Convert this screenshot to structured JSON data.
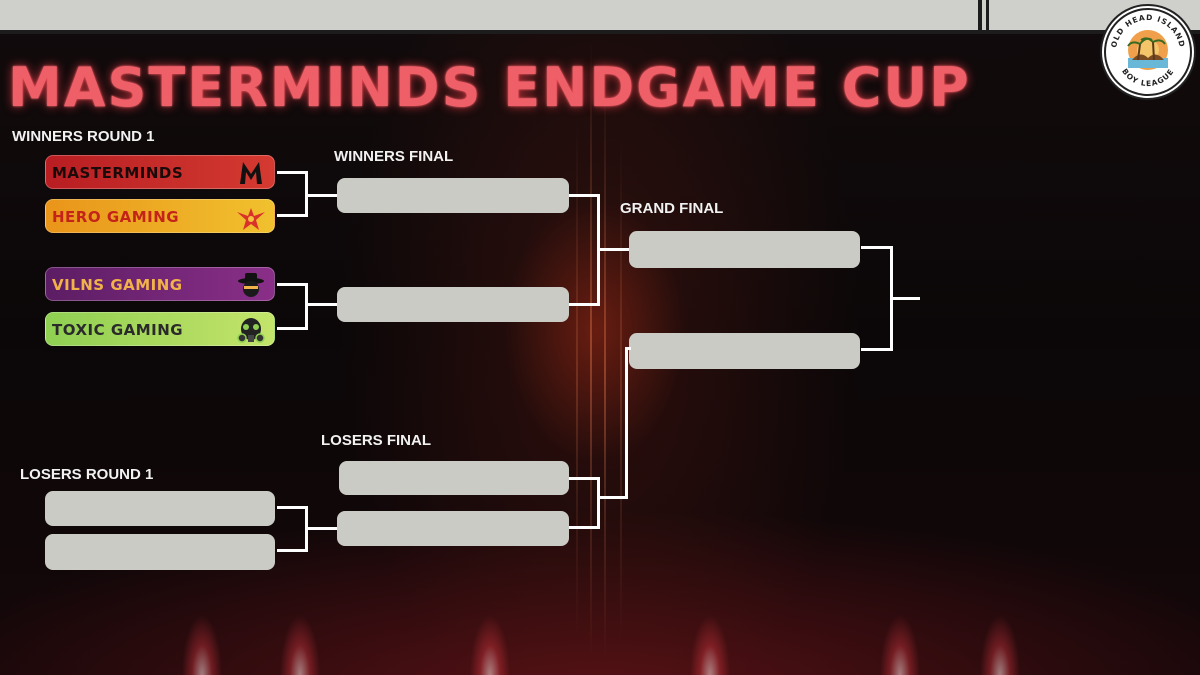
{
  "title": "MASTERMINDS ENDGAME CUP",
  "league_badge": {
    "text_top": "OLD HEAD ISLAND",
    "text_bottom": "BOY LEAGUE",
    "icon": "palm-island-sunset-icon"
  },
  "rounds": {
    "winners_round_1": "WINNERS ROUND 1",
    "winners_final": "WINNERS FINAL",
    "grand_final": "GRAND FINAL",
    "losers_final": "LOSERS FINAL",
    "losers_round_1": "LOSERS ROUND 1"
  },
  "teams": [
    {
      "name": "MASTERMINDS",
      "logo": "m-letter-icon",
      "color": "#c22428",
      "text_color": "#1a0a0a"
    },
    {
      "name": "HERO GAMING",
      "logo": "winged-star-icon",
      "color": "#eaa21d",
      "text_color": "#c4231a"
    },
    {
      "name": "VILNS GAMING",
      "logo": "hat-villain-icon",
      "color": "#6e2472",
      "text_color": "#f2b24a"
    },
    {
      "name": "TOXIC GAMING",
      "logo": "gas-mask-icon",
      "color": "#a4d65a",
      "text_color": "#2a2a2a"
    }
  ],
  "colors": {
    "slot": "#cbcbc6",
    "title": "#ee5f67",
    "connector": "#ffffff"
  }
}
